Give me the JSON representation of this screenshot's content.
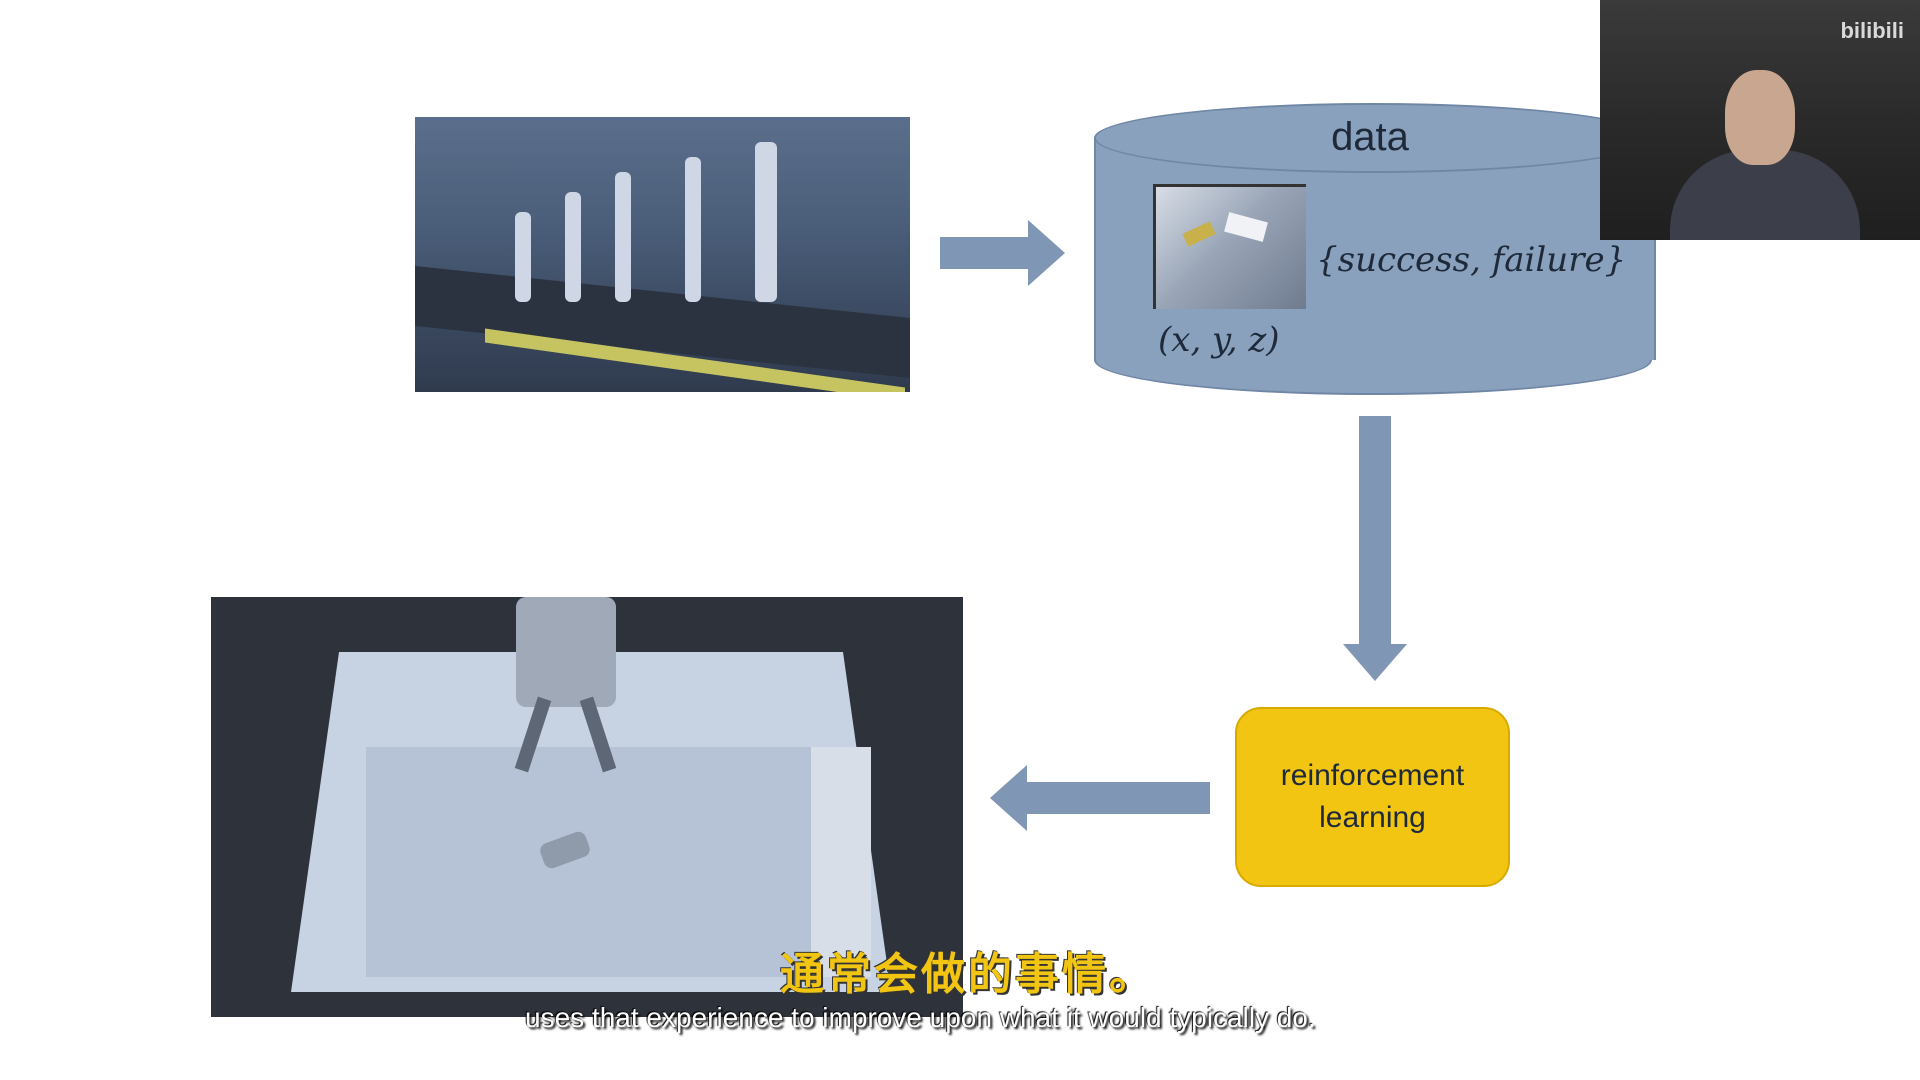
{
  "database": {
    "title": "data",
    "outcome_label": "{success, failure}",
    "coords_label": "(x, y, z)"
  },
  "rl_box": {
    "line1": "reinforcement",
    "line2": "learning"
  },
  "subtitles": {
    "chinese": "通常会做的事情。",
    "english": "uses that experience to improve upon what it would typically do."
  },
  "colors": {
    "arrow": "#7f96b5",
    "database": "#8aa1be",
    "rl_box": "#f2c512",
    "subtitle_cn": "#f2c512"
  }
}
